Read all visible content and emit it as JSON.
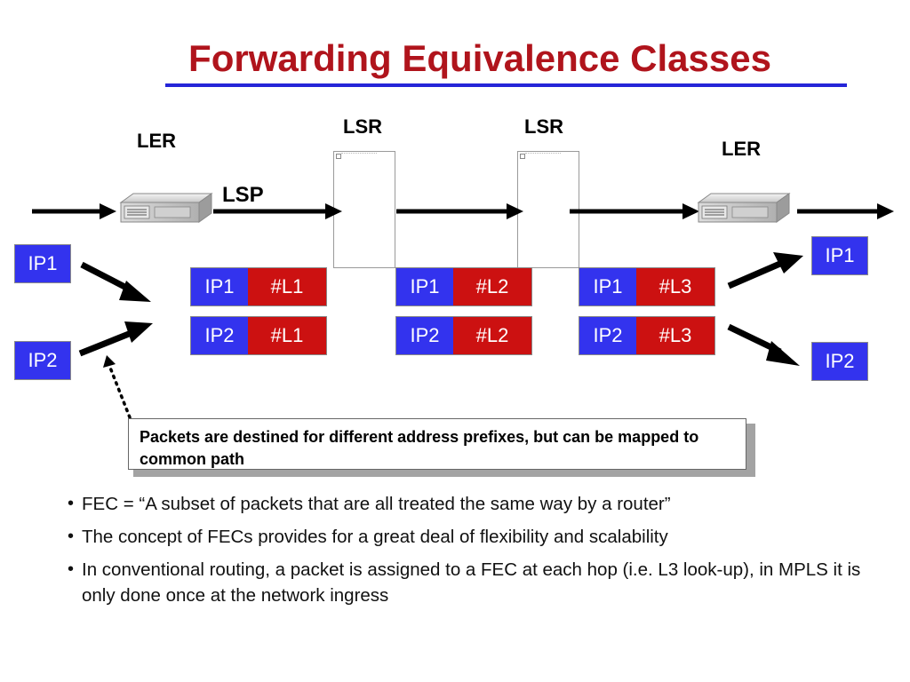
{
  "title": "Forwarding Equivalence Classes",
  "nodes": {
    "ler_left": "LER",
    "lsr_1": "LSR",
    "lsr_2": "LSR",
    "ler_right": "LER"
  },
  "lsp_label": "LSP",
  "inputs": {
    "ip1": "IP1",
    "ip2": "IP2"
  },
  "outputs": {
    "ip1": "IP1",
    "ip2": "IP2"
  },
  "label_tables": [
    {
      "rows": [
        {
          "ip": "IP1",
          "label": "#L1"
        },
        {
          "ip": "IP2",
          "label": "#L1"
        }
      ]
    },
    {
      "rows": [
        {
          "ip": "IP1",
          "label": "#L2"
        },
        {
          "ip": "IP2",
          "label": "#L2"
        }
      ]
    },
    {
      "rows": [
        {
          "ip": "IP1",
          "label": "#L3"
        },
        {
          "ip": "IP2",
          "label": "#L3"
        }
      ]
    }
  ],
  "callout": "Packets are destined for different address prefixes, but can be mapped to common path",
  "bullets": [
    "FEC = “A subset of packets that are all treated the same way by a router”",
    "The concept of FECs provides for a great deal of flexibility and scalability",
    "In conventional routing, a packet is assigned to a FEC at each hop (i.e. L3 look-up), in MPLS it is only done once at the network ingress"
  ],
  "colors": {
    "title": "#b0141c",
    "title_rule": "#2525d8",
    "ip_fill": "#3333ee",
    "label_fill": "#cc1111"
  },
  "icons": {
    "router": "router-device-icon",
    "arrow": "arrow-right-icon"
  }
}
